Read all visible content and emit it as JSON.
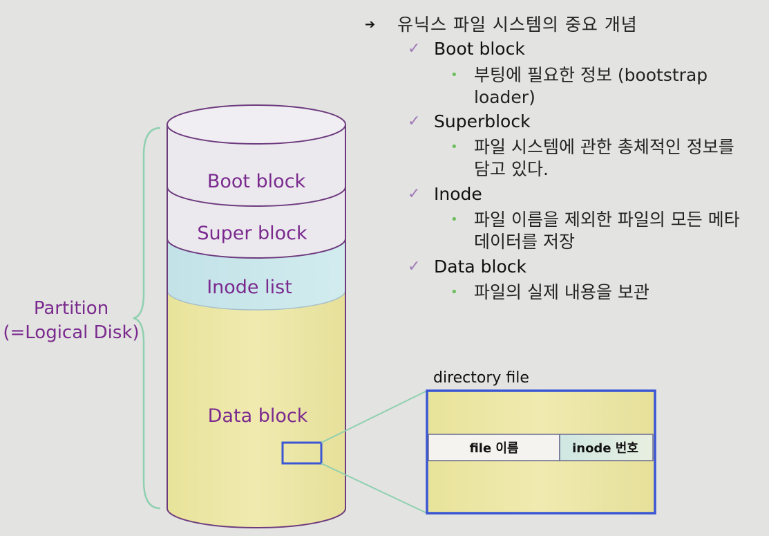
{
  "heading": {
    "bullet_icon": "arrow-bullet-icon",
    "text": "유닉스 파일 시스템의 중요 개념"
  },
  "concepts": [
    {
      "title": "Boot block",
      "desc": "부팅에 필요한 정보 (bootstrap loader)"
    },
    {
      "title": "Superblock",
      "desc": "파일 시스템에 관한 총체적인 정보를 담고 있다."
    },
    {
      "title": "Inode",
      "desc": "파일 이름을 제외한 파일의 모든 메타 데이터를 저장"
    },
    {
      "title": "Data block",
      "desc": "파일의 실제 내용을 보관"
    }
  ],
  "disk": {
    "layers": [
      "Boot block",
      "Super block",
      "Inode list",
      "Data block"
    ],
    "partition_label_line1": "Partition",
    "partition_label_line2": "(=Logical Disk)"
  },
  "directory": {
    "caption": "directory file",
    "col_name": "file 이름",
    "col_inode": "inode 번호"
  },
  "colors": {
    "background": "#e3e3e1",
    "purple_text": "#7a2a8e",
    "blue_border": "#3a56d4",
    "green_lines": "#8fd0b0",
    "data_fill": "#ece6a0",
    "inode_fill": "#c6e4ea"
  }
}
